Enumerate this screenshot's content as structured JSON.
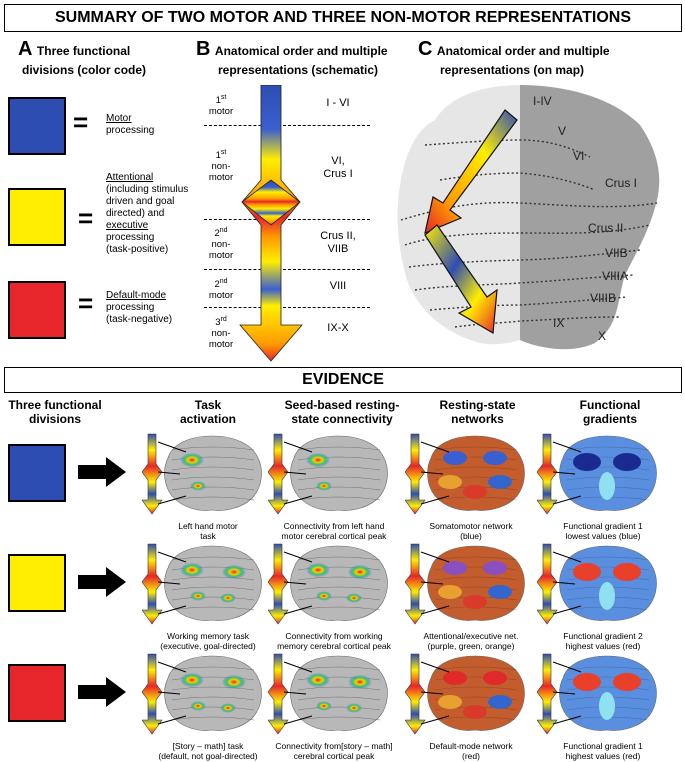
{
  "header": {
    "title": "SUMMARY OF TWO MOTOR AND THREE NON-MOTOR REPRESENTATIONS"
  },
  "panel_a": {
    "letter": "A",
    "heading_line1": "Three functional",
    "heading_line2": "divisions (color code)",
    "items": [
      {
        "name": "Motor",
        "rest": "processing",
        "color": "#2e4db3"
      },
      {
        "name": "Attentional",
        "rest1": "(including stimulus",
        "rest2": "driven and goal",
        "rest3": "directed) and",
        "name2": "executive",
        "rest4": "processing",
        "rest5": "(task-positive)",
        "color": "#ffee00"
      },
      {
        "name": "Default-mode",
        "rest": "processing",
        "rest2": "(task-negative)",
        "color": "#e6262a"
      }
    ]
  },
  "panel_b": {
    "letter": "B",
    "heading_line1": "Anatomical order and multiple",
    "heading_line2": "representations (schematic)",
    "reps": [
      {
        "ord": "1",
        "sup": "st",
        "kind": "motor",
        "regions": "I - VI"
      },
      {
        "ord": "1",
        "sup": "st",
        "kind1": "non-",
        "kind2": "motor",
        "regions1": "VI,",
        "regions2": "Crus I"
      },
      {
        "ord": "2",
        "sup": "nd",
        "kind1": "non-",
        "kind2": "motor",
        "regions1": "Crus II,",
        "regions2": "VIIB"
      },
      {
        "ord": "2",
        "sup": "nd",
        "kind": "motor",
        "regions": "VIII"
      },
      {
        "ord": "3",
        "sup": "rd",
        "kind1": "non-",
        "kind2": "motor",
        "regions": "IX-X"
      }
    ]
  },
  "panel_c": {
    "letter": "C",
    "heading_line1": "Anatomical order and multiple",
    "heading_line2": "representations (on map)",
    "lobules": [
      "I-IV",
      "V",
      "VI",
      "Crus I",
      "Crus II",
      "VIIB",
      "VIIIA",
      "VIIIB",
      "IX",
      "X"
    ]
  },
  "evidence": {
    "title": "EVIDENCE",
    "columns": [
      {
        "l1": "Three functional",
        "l2": "divisions"
      },
      {
        "l1": "Task",
        "l2": "activation"
      },
      {
        "l1": "Seed-based resting-",
        "l2": "state connectivity"
      },
      {
        "l1": "Resting-state",
        "l2": "networks"
      },
      {
        "l1": "Functional",
        "l2": "gradients"
      }
    ],
    "rows": [
      {
        "color": "#2e4db3",
        "task": [
          "Left hand motor",
          "task"
        ],
        "seed": [
          "Connectivity from left hand",
          "motor cerebral cortical peak"
        ],
        "net": [
          "Somatomotor network",
          "(blue)"
        ],
        "grad": [
          "Functional gradient 1",
          "lowest values (blue)"
        ]
      },
      {
        "color": "#ffee00",
        "task": [
          "Working memory task",
          "(executive, goal-directed)"
        ],
        "seed": [
          "Connectivity from working",
          "memory cerebral cortical peak"
        ],
        "net": [
          "Attentional/executive  net.",
          "(purple, green, orange)"
        ],
        "grad": [
          "Functional gradient 2",
          "highest values (red)"
        ]
      },
      {
        "color": "#e6262a",
        "task": [
          "[Story – math] task",
          "(default, not goal-directed)"
        ],
        "seed": [
          "Connectivity from[story – math]",
          "cerebral cortical peak"
        ],
        "net": [
          "Default-mode network",
          "(red)"
        ],
        "grad": [
          "Functional gradient 1",
          "highest values (red)"
        ]
      }
    ]
  }
}
